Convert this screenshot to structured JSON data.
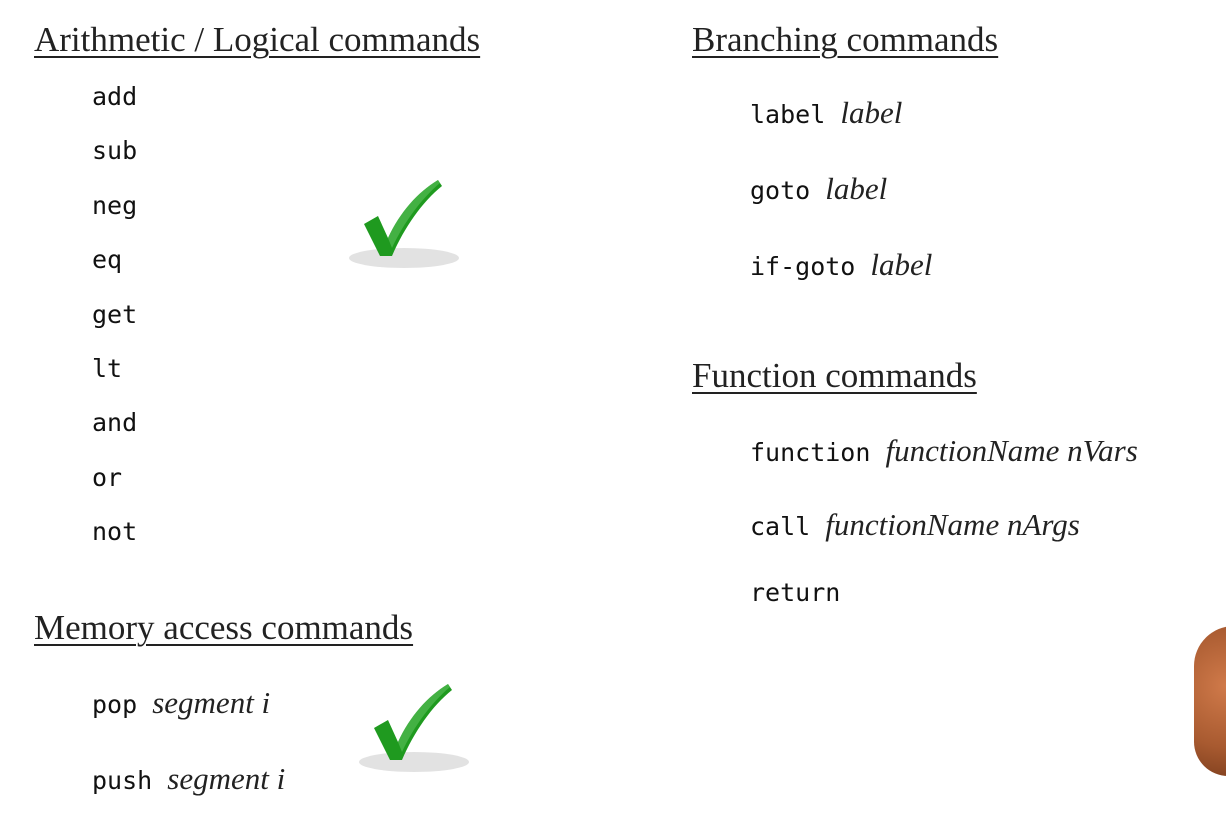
{
  "arithmetic": {
    "heading": "Arithmetic / Logical commands",
    "commands": [
      "add",
      "sub",
      "neg",
      "eq",
      "get",
      "lt",
      "and",
      "or",
      "not"
    ]
  },
  "memory": {
    "heading": "Memory access commands",
    "commands": [
      {
        "name": "pop",
        "args": "segment i"
      },
      {
        "name": "push",
        "args": "segment i"
      }
    ]
  },
  "branching": {
    "heading": "Branching commands",
    "commands": [
      {
        "name": "label",
        "args": "label"
      },
      {
        "name": "goto",
        "args": "label"
      },
      {
        "name": "if-goto",
        "args": "label"
      }
    ]
  },
  "function": {
    "heading": "Function commands",
    "commands": [
      {
        "name": "function",
        "args": "functionName nVars"
      },
      {
        "name": "call",
        "args": "functionName nArgs"
      },
      {
        "name": "return",
        "args": ""
      }
    ]
  },
  "icons": {
    "checkmark_arithmetic": "checkmark-icon",
    "checkmark_memory": "checkmark-icon"
  },
  "colors": {
    "check_green": "#1f9a1f",
    "check_shadow": "#cfcfcf"
  }
}
